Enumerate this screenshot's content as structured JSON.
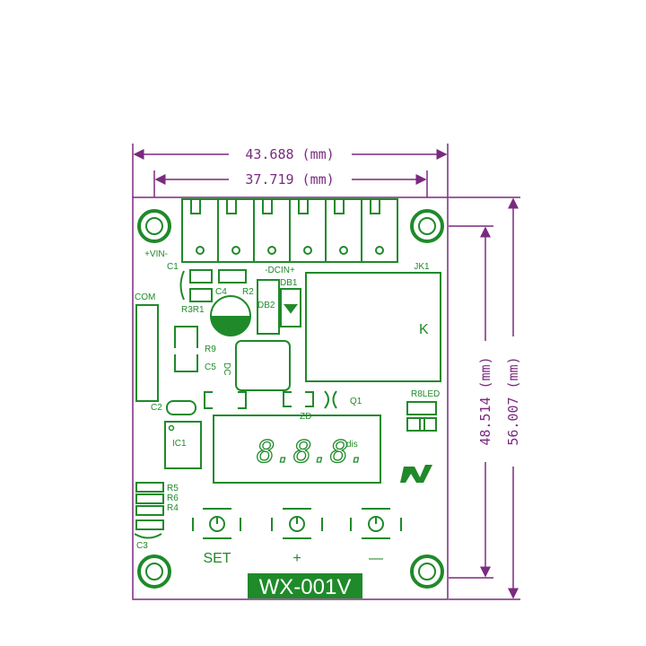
{
  "dimensions": {
    "outer_width": "43.688 (mm)",
    "inner_width": "37.719 (mm)",
    "inner_height": "48.514 (mm)",
    "outer_height": "56.007 (mm)"
  },
  "silkscreen": {
    "vin": "+VIN-",
    "dcin": "-DCIN+",
    "jk1": "JK1",
    "c1": "C1",
    "r2": "R2",
    "c4": "C4",
    "db1": "DB1",
    "db2": "DB2",
    "com": "COM",
    "r3r1": "R3R1",
    "r9": "R9",
    "c5": "C5",
    "dc": "DC",
    "k": "K",
    "r8led": "R8LED",
    "q1": "Q1",
    "c2": "C2",
    "ic1": "IC1",
    "zd": "ZD",
    "display": "8.8.8.",
    "dis": "dis",
    "r5": "R5",
    "r6": "R6",
    "r4": "R4",
    "c3": "C3",
    "set": "SET",
    "plus": "+",
    "minus": "—",
    "model": "WX-001V"
  },
  "colors": {
    "dimension": "#7a2a7f",
    "silkscreen": "#1f8a2a",
    "model_plate": "#1f8a2a"
  }
}
